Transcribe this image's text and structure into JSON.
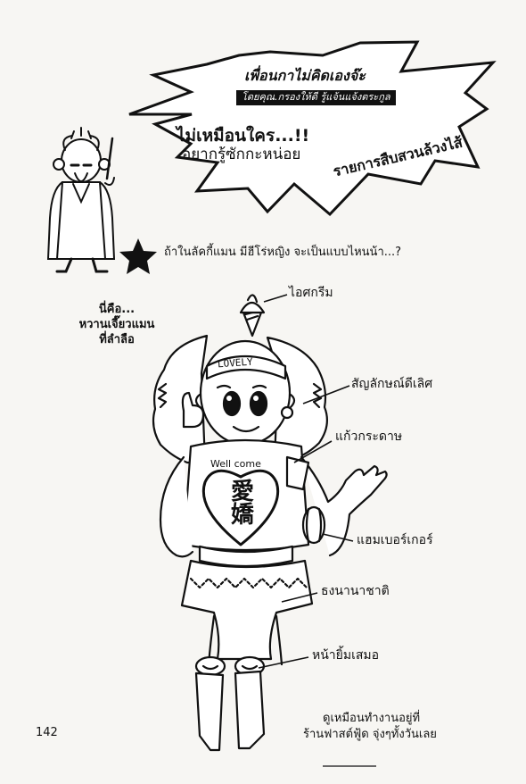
{
  "header": {
    "headline": "เพื่อนกาไม่คิดเองจ๊ะ",
    "credits": "โดยคุณ.กรองให้ดี  รู้แจ้นแจ้งตระกูล",
    "tagline_main": "ไม่เหมือนใคร...!!",
    "tagline_sub": "อยากรู้ซักกะหน่อย",
    "section_label": "รายการสืบสวนล้วงไส้"
  },
  "question": {
    "icon": "star-icon",
    "text": "ถ้าในลัคกี้แมน มีฮีโร่หญิง จะเป็นแบบไหนน้า...?"
  },
  "intro": [
    "นี่คือ...",
    "หวานเจี๊ยวแมน",
    "ที่ลำลือ"
  ],
  "hero": {
    "headband": "LOVELY",
    "shirt_text": "Well come",
    "chest_glyphs": [
      "愛",
      "嬌"
    ]
  },
  "callouts": {
    "ice_cream": "ไอศกรีม",
    "symbol": "สัญลักษณ์ดีเลิศ",
    "paper_cup": "แก้วกระดาษ",
    "hamburger": "แฮมเบอร์เกอร์",
    "flag": "ธงนานาชาติ",
    "smile_face": "หน้ายิ้มเสมอ"
  },
  "footer": {
    "caption_line1": "ดูเหมือนทำงานอยู่ที่",
    "caption_line2": "ร้านฟาสต์ฟู้ด จุ่งๆทั้งวันเลย",
    "page_number": "142"
  },
  "colors": {
    "ink": "#111111",
    "paper": "#f7f6f3"
  }
}
